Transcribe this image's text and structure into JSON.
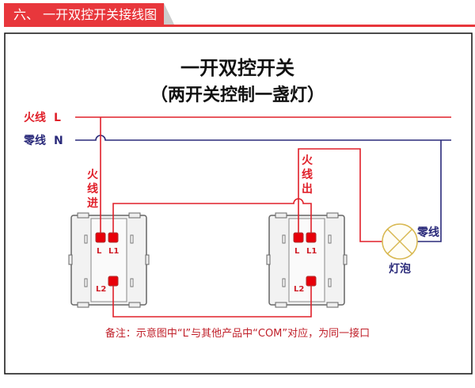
{
  "header": {
    "title": "六、 一开双控开关接线图"
  },
  "diagram": {
    "title": "一开双控开关",
    "subtitle": "（两开关控制一盏灯）",
    "live_label": "火线",
    "live_letter": "L",
    "neutral_label": "零线",
    "neutral_letter": "N",
    "live_in": [
      "火",
      "线",
      "进"
    ],
    "live_out": [
      "火",
      "线",
      "出"
    ],
    "terminals": {
      "l": "L",
      "l1": "L1",
      "l2": "L2"
    },
    "lamp_label": "灯泡",
    "lamp_neutral_label": "零线",
    "note": "备注：示意图中“L”与其他产品中“COM”对应，为同一接口",
    "colors": {
      "live": "#e0202a",
      "neutral": "#2a2a7a",
      "accent": "#e8373c",
      "lamp": "#d8b850"
    }
  }
}
